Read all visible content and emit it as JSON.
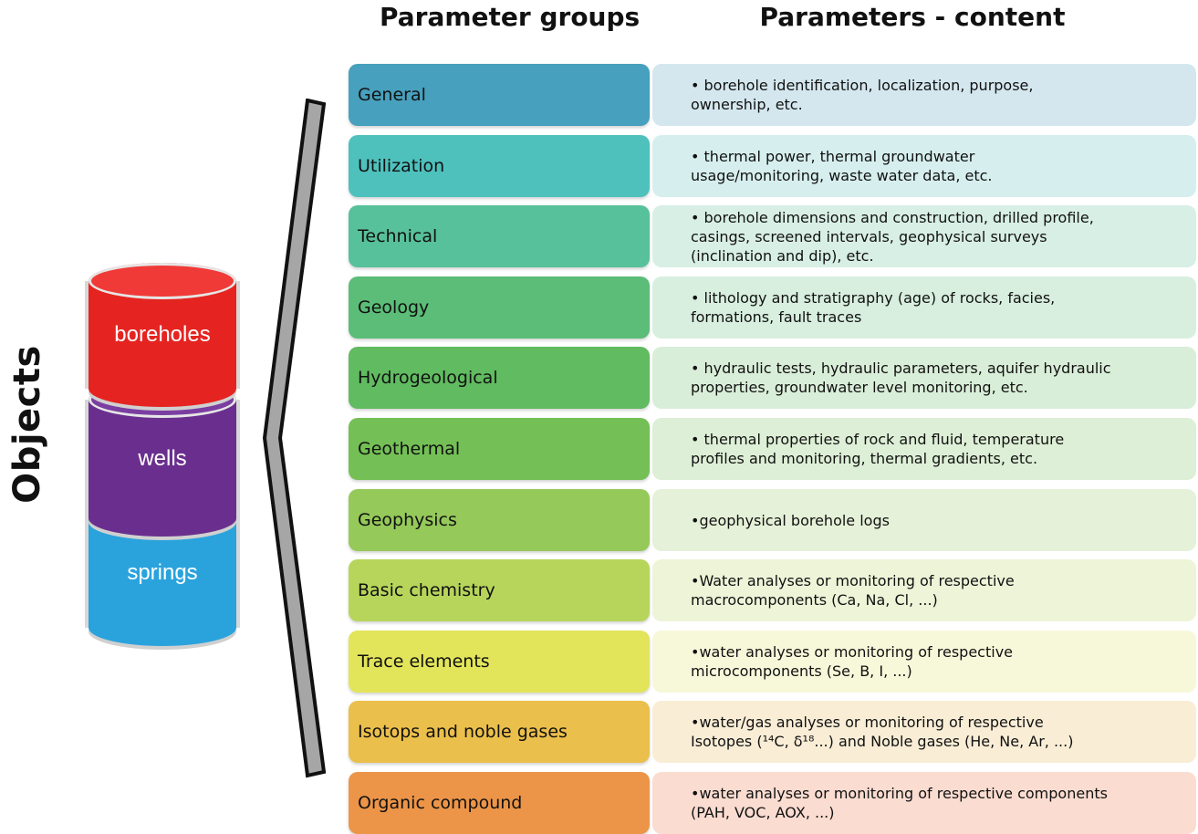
{
  "headers": {
    "groups": "Parameter  groups",
    "content": "Parameters - content"
  },
  "side_label": "Objects",
  "objects": [
    {
      "label": "boreholes",
      "color": "#e52421",
      "top_color": "#f03a37"
    },
    {
      "label": "wells",
      "color": "#6a2f8e",
      "top_color": "#7b3ea1"
    },
    {
      "label": "springs",
      "color": "#2aa3dd",
      "top_color": "#3bb3ea"
    }
  ],
  "rows": [
    {
      "group": "General",
      "content": "• borehole identification, localization, purpose,\nownership, etc.",
      "color": "#47a0bd",
      "content_bg": "#d4e7ee"
    },
    {
      "group": "Utilization",
      "content": "• thermal power, thermal groundwater\n usage/monitoring, waste water data, etc.",
      "color": "#4ec1bd",
      "content_bg": "#d6efee"
    },
    {
      "group": "Technical",
      "content": "• borehole dimensions and construction, drilled profile,\ncasings, screened intervals, geophysical surveys\n(inclination and dip), etc.",
      "color": "#57c19b",
      "content_bg": "#d8efe6"
    },
    {
      "group": "Geology",
      "content": "• lithology and stratigraphy (age) of rocks, facies,\nformations, fault traces",
      "color": "#5bbd78",
      "content_bg": "#d8efdf"
    },
    {
      "group": "Hydrogeological",
      "content": "• hydraulic tests, hydraulic parameters, aquifer hydraulic\nproperties, groundwater level monitoring, etc.",
      "color": "#61bb60",
      "content_bg": "#d9eed8"
    },
    {
      "group": "Geothermal",
      "content": "• thermal properties of rock and fluid, temperature\nprofiles and monitoring, thermal gradients, etc.",
      "color": "#74c056",
      "content_bg": "#ddefd6"
    },
    {
      "group": "Geophysics",
      "content": "•geophysical borehole logs",
      "color": "#95c95a",
      "content_bg": "#e5f1d8"
    },
    {
      "group": "Basic chemistry",
      "content": "•Water analyses or monitoring of respective\nmacrocomponents (Ca, Na, Cl, ...)",
      "color": "#b7d55a",
      "content_bg": "#edf4d8"
    },
    {
      "group": "Trace elements",
      "content": "•water analyses or monitoring of respective\nmicrocomponents (Se, B, I, ...)",
      "color": "#e2e55a",
      "content_bg": "#f7f8da"
    },
    {
      "group": "Isotops and noble gases",
      "content": "•water/gas analyses or monitoring of respective\nIsotopes (¹⁴C, δ¹⁸...) and Noble gases (He, Ne, Ar, ...)",
      "color": "#ebbf4b",
      "content_bg": "#f9edd6"
    },
    {
      "group": "Organic compound",
      "content": "•water analyses or monitoring of respective components\n(PAH, VOC, AOX, ...)",
      "color": "#ec9548",
      "content_bg": "#fadcd0"
    }
  ]
}
